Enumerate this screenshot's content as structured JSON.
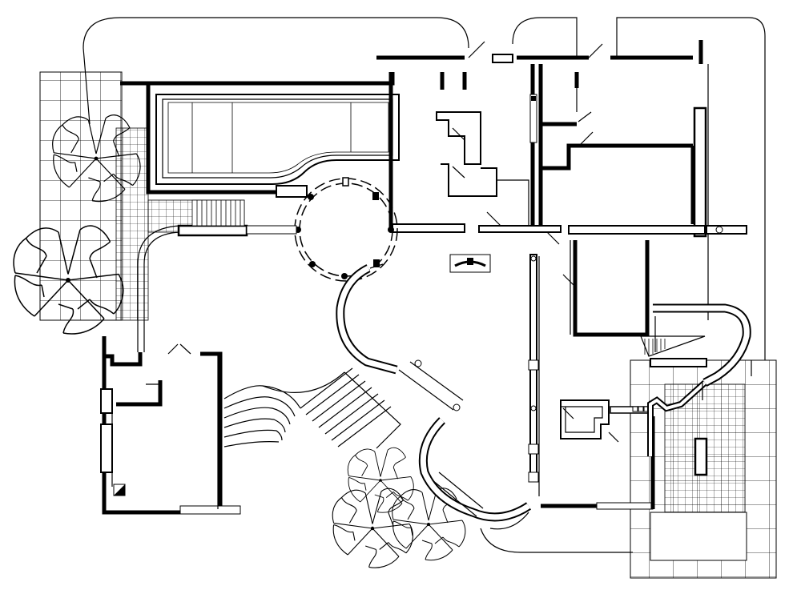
{
  "drawing": {
    "type": "architectural floor plan",
    "features": [
      "swimming-pool",
      "rotunda",
      "curved-staircase",
      "courtyard-paving",
      "trees"
    ]
  },
  "palette": {
    "ink": "#000000",
    "paper": "#ffffff"
  },
  "icons": [
    "tree-icon",
    "column-icon",
    "door-swing-icon",
    "stair-icon",
    "fireplace-icon"
  ]
}
